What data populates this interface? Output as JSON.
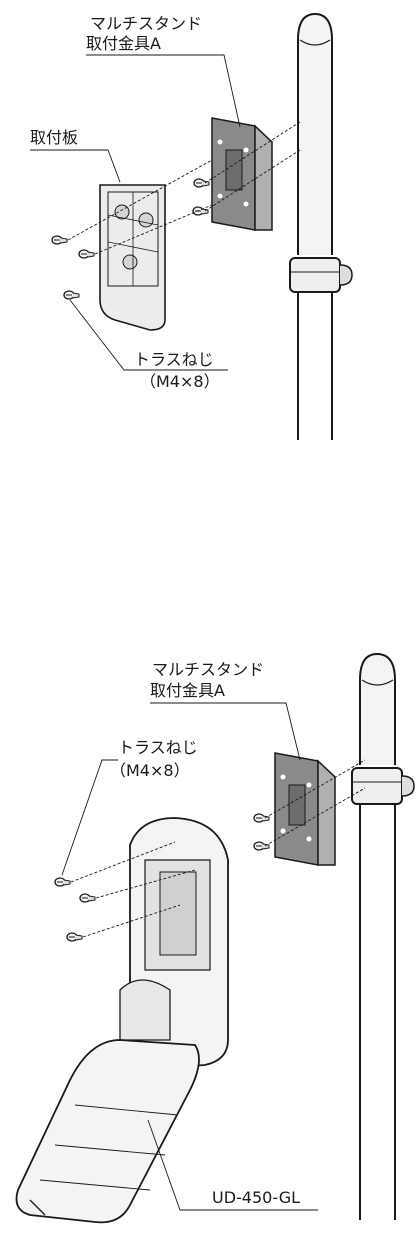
{
  "diagram_top": {
    "bracket_label_line1": "マルチスタンド",
    "bracket_label_line2": "取付金具A",
    "plate_label": "取付板",
    "screw_label_line1": "トラスねじ",
    "screw_label_line2": "（M4×8）"
  },
  "diagram_bottom": {
    "bracket_label_line1": "マルチスタンド",
    "bracket_label_line2": "取付金具A",
    "screw_label_line1": "トラスねじ",
    "screw_label_line2": "（M4×8）",
    "model_label": "UD-450-GL"
  },
  "colors": {
    "line": "#1a1a1a",
    "bracket_fill": "#8a8a8a",
    "part_fill": "#ececec",
    "device_fill": "#f4f4f4"
  }
}
